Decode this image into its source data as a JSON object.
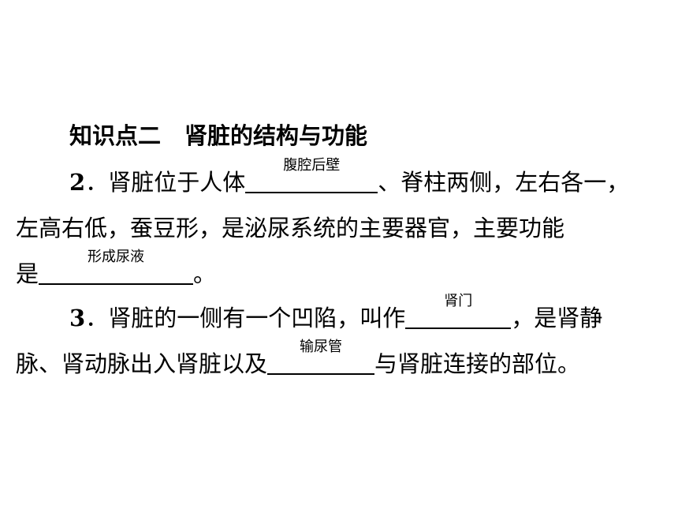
{
  "heading": {
    "part1": "知识点二",
    "part2": "肾脏的结构与功能"
  },
  "q2": {
    "number": "2",
    "sep": "．",
    "text1": "肾脏位于人体",
    "answer1": "腹腔后壁",
    "text2": "、脊柱两侧，左右各一，",
    "text3": "左高右低，蚕豆形，是泌尿系统的主要器官，主要功能",
    "text4": "是",
    "answer2": "形成尿液",
    "text5": "。"
  },
  "q3": {
    "number": "3",
    "sep": "．",
    "text1": "肾脏的一侧有一个凹陷，叫作",
    "answer1": "肾门",
    "text2": "，是肾静",
    "text3": "脉、肾动脉出入肾脏以及",
    "answer2": "输尿管",
    "text4": "与肾脏连接的部位。"
  }
}
